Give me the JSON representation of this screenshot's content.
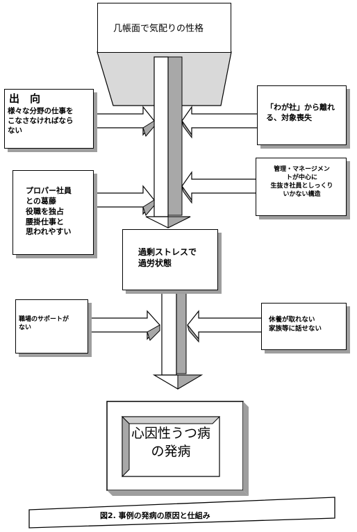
{
  "top_box": {
    "text": "几帳面で気配りの性格"
  },
  "left_boxes": [
    {
      "title": "出　向",
      "body": "様々な分野の仕事を\nこなさなければなら\nない"
    },
    {
      "body": "プロパー社員\nとの葛藤\n役職を独占\n腰掛仕事と\n思われやすい"
    },
    {
      "body": "職場のサポートが\nない"
    }
  ],
  "right_boxes": [
    {
      "body": "「わが社」から離れ\nる、対象喪失"
    },
    {
      "body": "管理・マネージメン\nトが中心に\n生抜き社員としっくり\nいかない構造"
    },
    {
      "body": "休養が取れない\n家族等に話せない"
    }
  ],
  "middle_box": {
    "text": "過剰ストレスで\n過労状態"
  },
  "result_box": {
    "text": "心因性うつ病\nの発病"
  },
  "caption": {
    "text": "図2. 事例の発病の原因と仕組み"
  }
}
